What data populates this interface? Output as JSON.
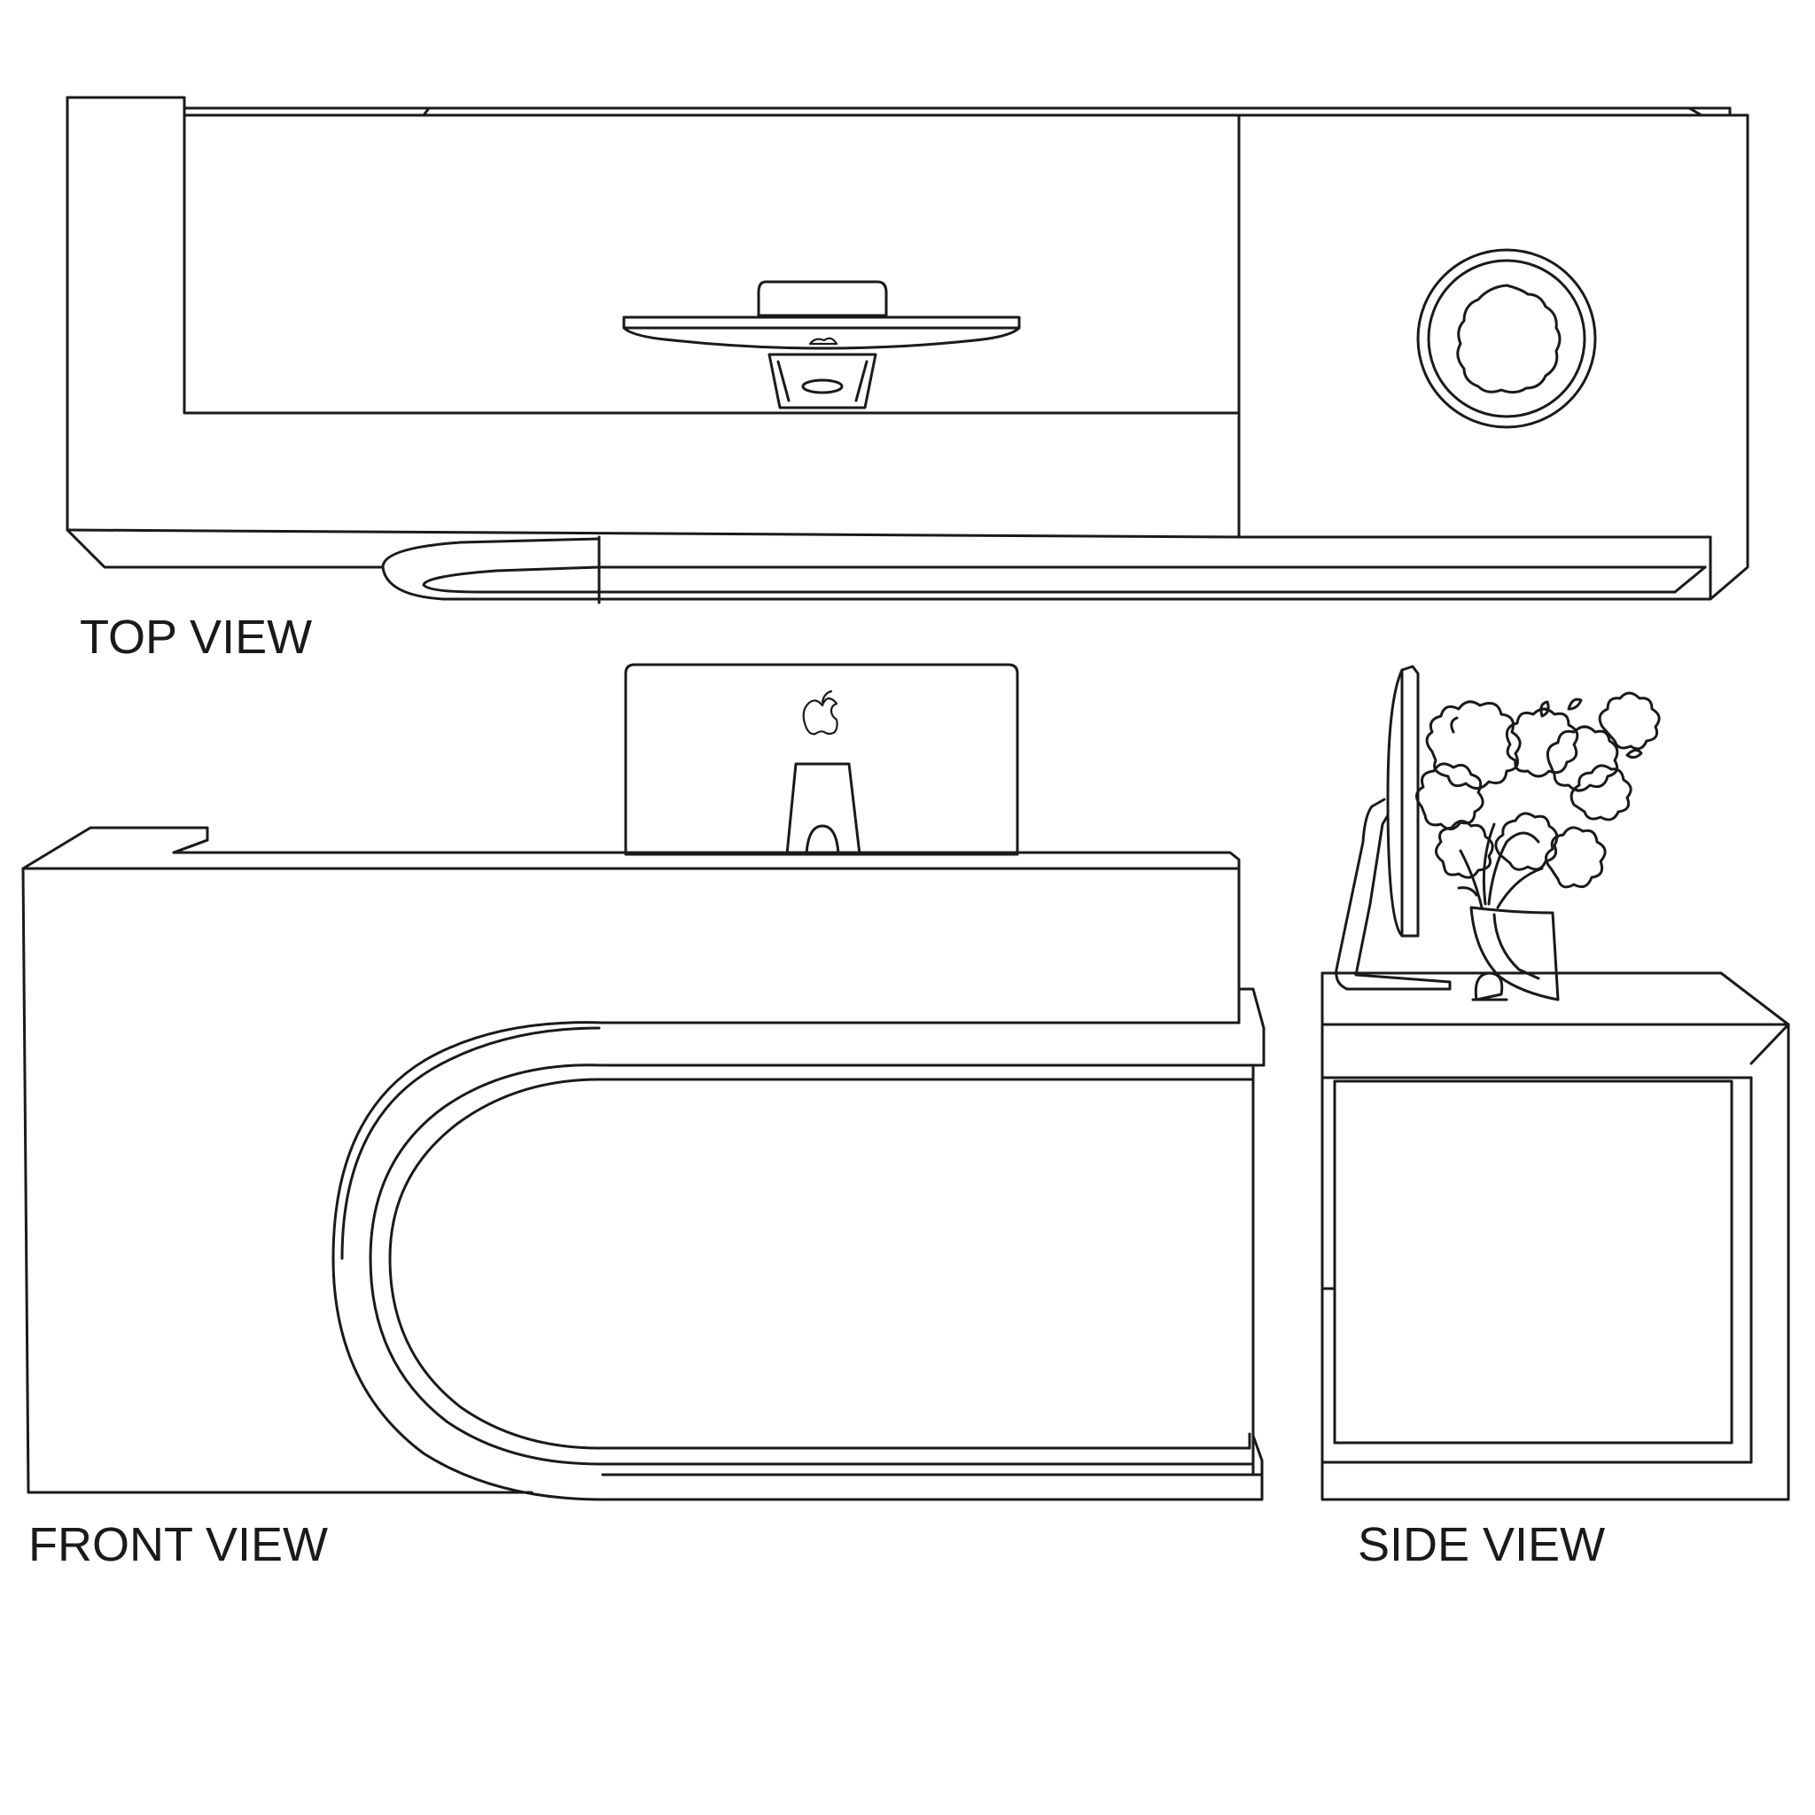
{
  "labels": {
    "top_view": "TOP VIEW",
    "front_view": "FRONT VIEW",
    "side_view": "SIDE VIEW"
  },
  "colors": {
    "stroke": "#1a1a1a",
    "background": "#ffffff"
  },
  "icons": {
    "monitor_logo": "apple-logo-icon",
    "plant": "plant-icon"
  }
}
